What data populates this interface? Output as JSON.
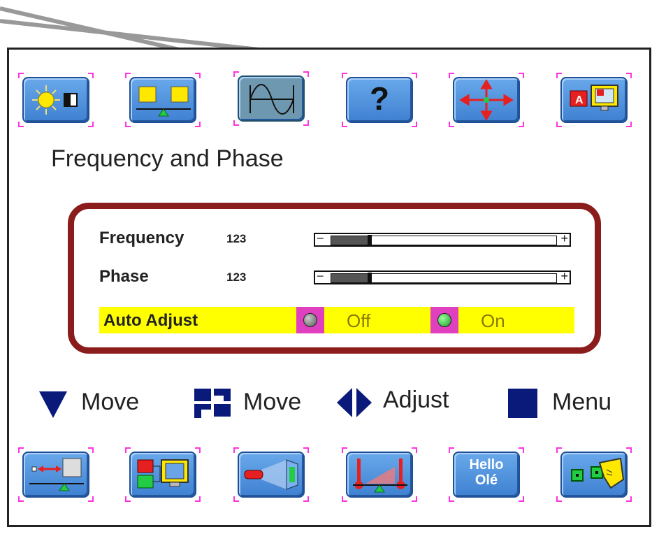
{
  "top_toolbar": {
    "items": [
      {
        "name": "brightness-contrast-icon",
        "selected": false
      },
      {
        "name": "image-position-icon",
        "selected": false
      },
      {
        "name": "frequency-phase-icon",
        "selected": true
      },
      {
        "name": "help-icon",
        "selected": false
      },
      {
        "name": "move-arrows-icon",
        "selected": false
      },
      {
        "name": "language-display-icon",
        "selected": false
      }
    ],
    "help_glyph": "?"
  },
  "section_title": "Frequency and Phase",
  "panel": {
    "frequency": {
      "label": "Frequency",
      "value": "123",
      "level": 0.17
    },
    "phase": {
      "label": "Phase",
      "value": "123",
      "level": 0.17
    },
    "auto_adjust": {
      "label": "Auto Adjust",
      "off_label": "Off",
      "on_label": "On"
    }
  },
  "legend": {
    "move_down": "Move",
    "move_section": "Move",
    "adjust": "Adjust",
    "menu": "Menu"
  },
  "bottom_toolbar": {
    "items": [
      {
        "name": "image-size-icon"
      },
      {
        "name": "input-select-icon"
      },
      {
        "name": "projector-icon"
      },
      {
        "name": "color-temperature-icon"
      },
      {
        "name": "osd-language-icon",
        "line1": "Hello",
        "line2": "Olé"
      },
      {
        "name": "factory-reset-icon"
      }
    ]
  },
  "colors": {
    "panel_border": "#8b1c1c",
    "highlight": "#ffff00",
    "tile_blue": "#4f8ee0",
    "accent_magenta": "#e040c0",
    "legend_navy": "#0a1a7a"
  }
}
